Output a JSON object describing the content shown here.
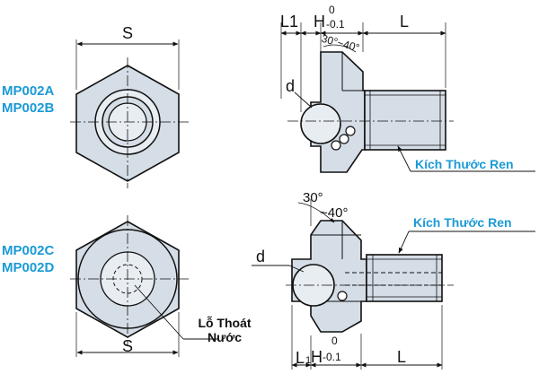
{
  "models_top": [
    "MP002A",
    "MP002B"
  ],
  "models_bottom": [
    "MP002C",
    "MP002D"
  ],
  "dims": {
    "S": "S",
    "L1": "L1",
    "L1_sub_main": "L",
    "L1_sub": "1",
    "H": "H",
    "H_upper": "0",
    "H_lower": "-0.1",
    "L": "L",
    "angle": "30°~40°",
    "angle_a": "30°",
    "angle_b": "~40°",
    "d": "d"
  },
  "notes": {
    "thread_size": "Kích Thước Ren",
    "drain_hole_line1": "Lỗ Thoát",
    "drain_hole_line2": "Nước"
  },
  "colors": {
    "part_fill": "#d5dde6",
    "part_fill_light": "#e8edf2",
    "outline": "#111111",
    "label_blue": "#1a9ad6"
  }
}
